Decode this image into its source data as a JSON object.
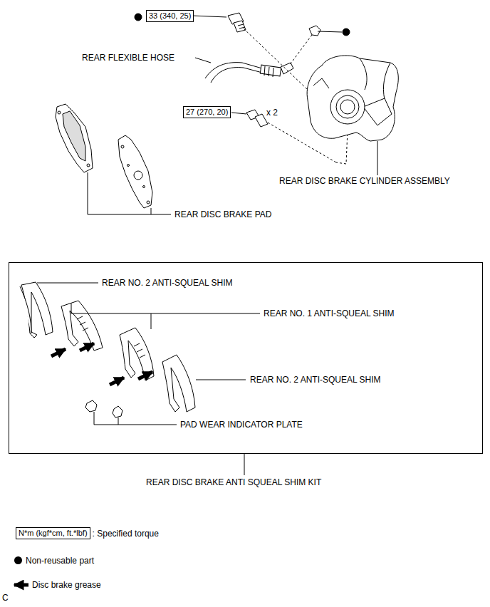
{
  "diagram": {
    "nodes": [
      {
        "text": [
          "33 (340, 25)"
        ]
      },
      {
        "text": [
          "27 (270, 20)"
        ]
      },
      {
        "text": [
          "N*m (kgf*cm, ft.*lbf)"
        ]
      }
    ],
    "labels": [
      "REAR FLEXIBLE HOSE",
      "x 2",
      "REAR DISC BRAKE CYLINDER ASSEMBLY",
      "REAR DISC BRAKE PAD",
      "REAR NO. 2 ANTI-SQUEAL SHIM",
      "REAR NO. 1 ANTI-SQUEAL SHIM",
      "REAR NO. 2 ANTI-SQUEAL SHIM",
      "PAD WEAR INDICATOR PLATE",
      "REAR DISC BRAKE ANTI SQUEAL SHIM KIT",
      "C"
    ],
    "legend": [
      {
        "text": ": Specified torque"
      },
      {
        "text": "Non-reusable part",
        "color": "#000000"
      },
      {
        "text": "Disc brake grease"
      }
    ]
  }
}
